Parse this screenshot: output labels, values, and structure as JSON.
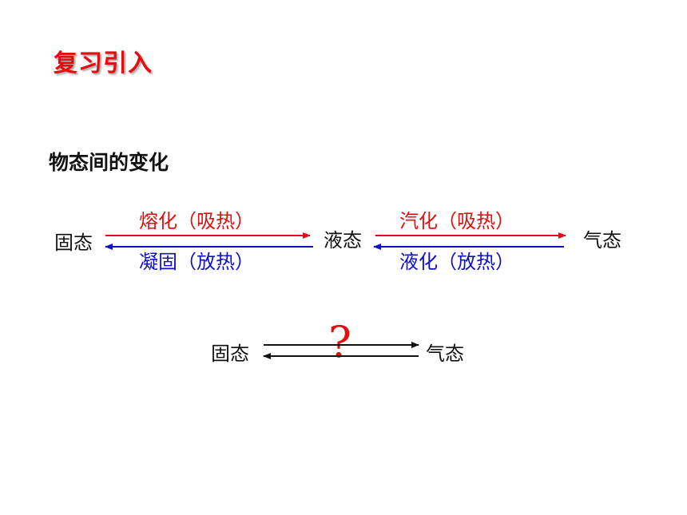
{
  "slide": {
    "title": "复习引入",
    "subtitle": "物态间的变化"
  },
  "diagram": {
    "solid": "固态",
    "liquid": "液态",
    "gas": "气态",
    "melting_label": "熔化（吸热）",
    "freezing_label": "凝固（放热）",
    "vaporization_label": "汽化（吸热）",
    "liquefaction_label": "液化（放热）"
  },
  "question_diagram": {
    "solid": "固态",
    "gas": "气态",
    "mark": "?"
  },
  "colors": {
    "title_red": "#e01010",
    "absorb_red": "#e01010",
    "release_blue": "#1010c8",
    "arrow_black": "#111111"
  }
}
